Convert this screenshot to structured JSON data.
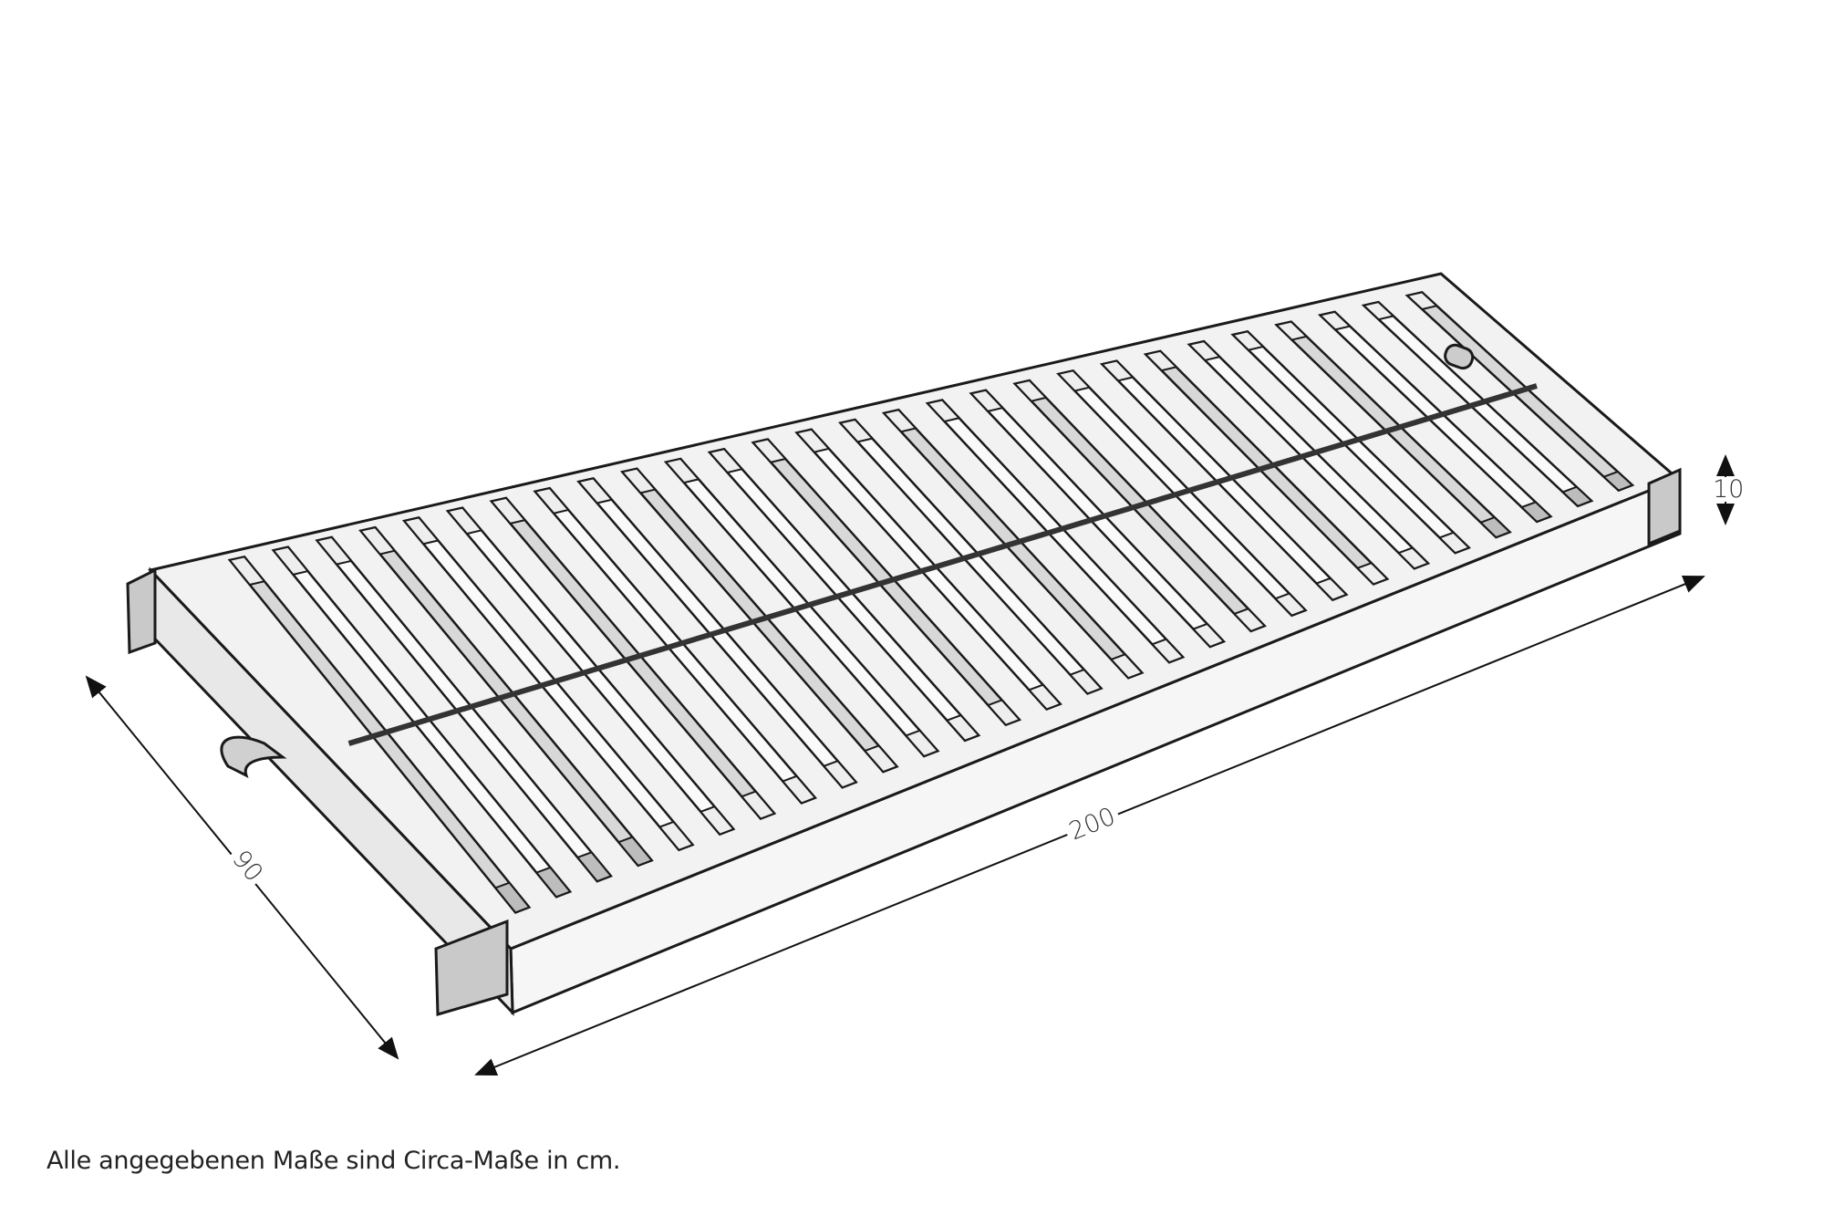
{
  "dimensions": {
    "length": "200",
    "width": "90",
    "height": "10"
  },
  "note": "Alle angegebenen Maße sind Circa-Maße in cm.",
  "drawing": {
    "subject": "slatted-bed-frame",
    "slat_count": 28,
    "line_color": "#1a1a1a",
    "shade_color": "#bdbdbd"
  }
}
